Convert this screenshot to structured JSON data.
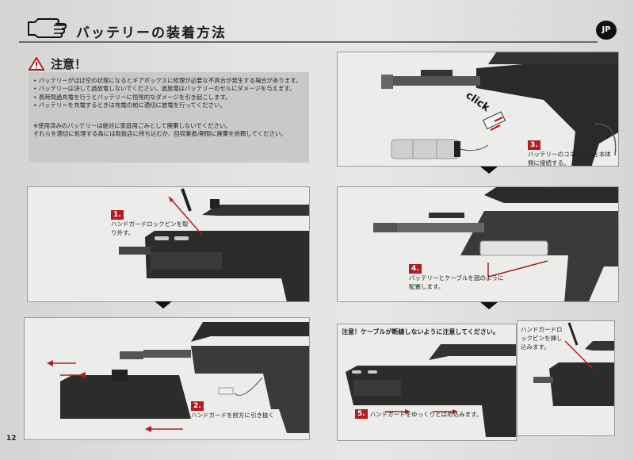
{
  "header": {
    "title": "バッテリーの装着方法",
    "lang_badge": "JP"
  },
  "caution": {
    "title": "注意！",
    "bullets": [
      "バッテリーがほぼ空の状態になるとギアボックスに修理が必要な不具合が発生する場合があります。",
      "バッテリーは決して過放電しないでください。過放電はバッテリーのセルにダメージを与えます。",
      "長時間過充電を行うとバッテリーに恒常的なダメージを引き起こします。",
      "バッテリーを充電するときは充電の前に適切に放電を行ってください。"
    ],
    "note_line1": "※使用済みのバッテリーは絶対に家庭用ごみとして廃棄しないでください。",
    "note_line2": "それらを適切に処理する為には取扱店に持ち込むか、回収業者/期間に廃棄を依頼してください。"
  },
  "steps": [
    {
      "num": "1.",
      "text": "ハンドガードロックピンを取り外す。"
    },
    {
      "num": "2.",
      "text": "ハンドガードを前方に引き抜く"
    },
    {
      "num": "3.",
      "text": "バッテリーのコネクターを本体側に接続する。",
      "sfx": "click"
    },
    {
      "num": "4.",
      "text": "バッテリーとケーブルを図のように配置します。"
    },
    {
      "num": "5.",
      "text": "ハンドガードをゆっくりとはめ込みます。",
      "warning": "注意！ケーブルが断線しないように注意してください。"
    },
    {
      "text": "ハンドガードロックピンを挿し込みます。"
    }
  ],
  "page_number": "12"
}
